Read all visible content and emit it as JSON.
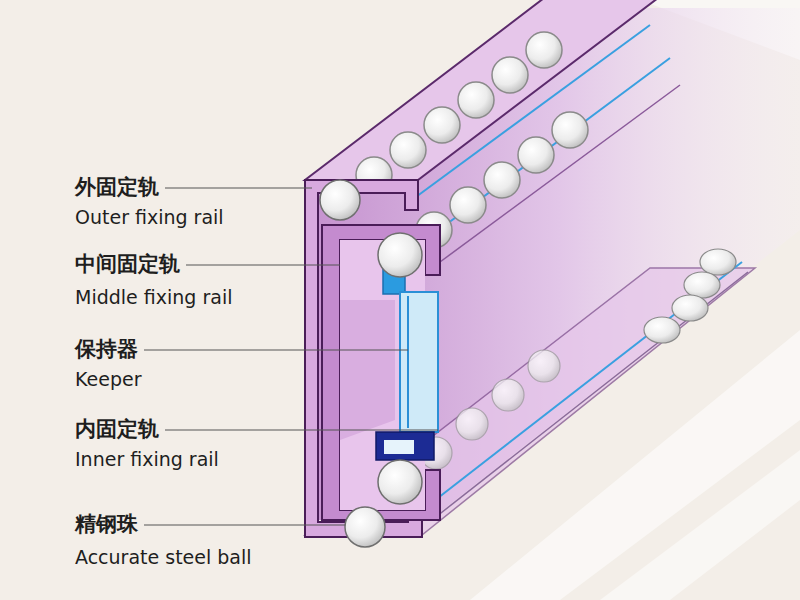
{
  "diagram": {
    "labels": [
      "外固定轨",
      "Outer fixing rail",
      "中间固定轨",
      "Middle fixing rail",
      "保持器",
      "Keeper",
      "内固定轨",
      "Inner fixing rail",
      "精钢珠",
      "Accurate steel ball"
    ]
  }
}
